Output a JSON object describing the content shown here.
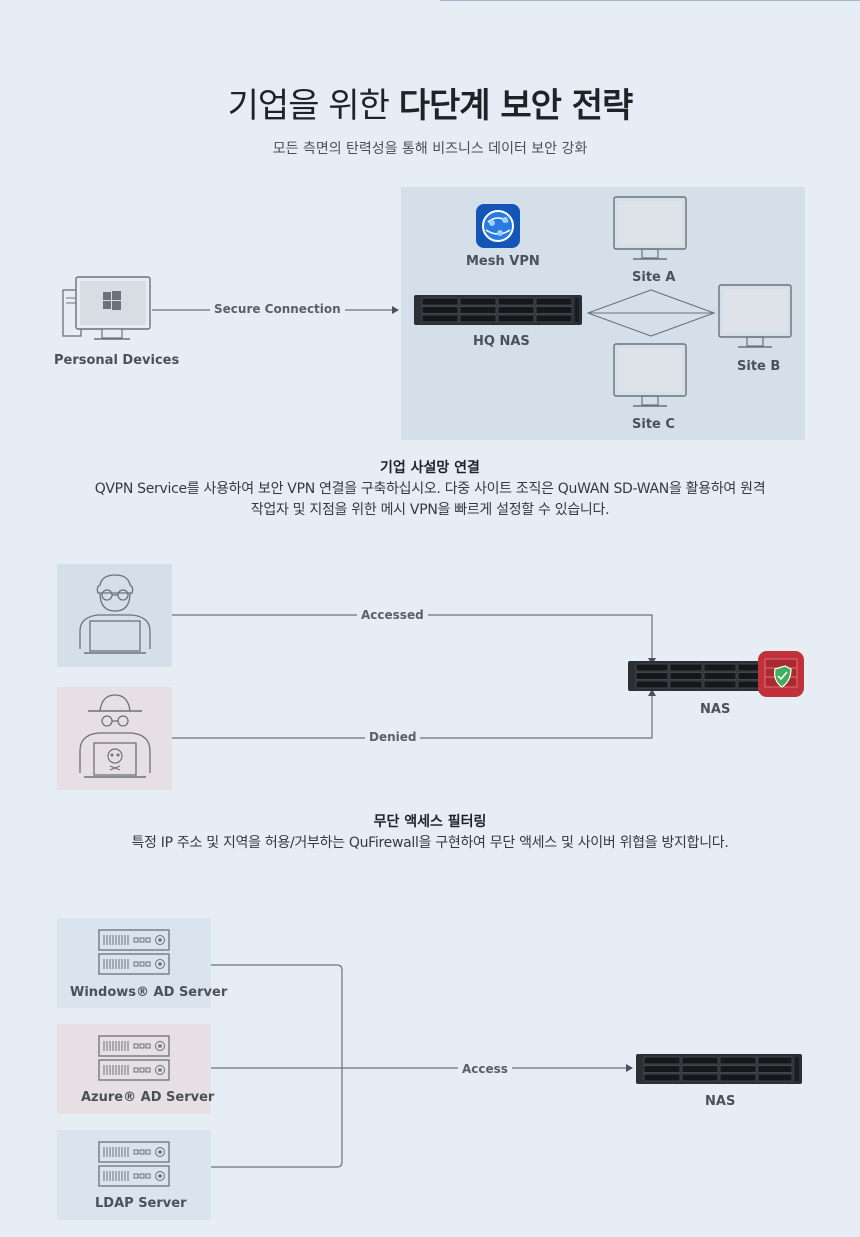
{
  "header": {
    "title_light": "기업을 위한",
    "title_bold": "다단계 보안 전략",
    "subtitle": "모든 측면의 탄력성을 통해 비즈니스 데이터 보안 강화"
  },
  "section1": {
    "personal_devices": "Personal Devices",
    "secure_connection": "Secure Connection",
    "mesh_vpn": "Mesh VPN",
    "hq_nas": "HQ NAS",
    "site_a": "Site A",
    "site_b": "Site B",
    "site_c": "Site C",
    "caption_title": "기업 사설망 연결",
    "caption_line1": "QVPN Service를 사용하여 보안 VPN 연결을 구축하십시오. 다중 사이트 조직은 QuWAN SD-WAN을 활용하여 원격",
    "caption_line2": "작업자 및 지점을 위한 메시 VPN을 빠르게 설정할 수 있습니다."
  },
  "section2": {
    "accessed": "Accessed",
    "denied": "Denied",
    "nas": "NAS",
    "caption_title": "무단 액세스 필터링",
    "caption_body": "특정 IP 주소 및 지역을 허용/거부하는 QuFirewall을 구현하여 무단 액세스 및 사이버 위협을 방지합니다."
  },
  "section3": {
    "windows_ad": "Windows® AD Server",
    "azure_ad": "Azure® AD Server",
    "ldap": "LDAP Server",
    "access": "Access",
    "nas": "NAS"
  },
  "icons": {
    "windows": "windows-logo-icon",
    "mesh_vpn": "mesh-vpn-app-icon",
    "firewall": "qufirewall-app-icon"
  },
  "colors": {
    "background": "#e7edf4",
    "panel_blue": "#d4dfea",
    "panel_pink": "#e6e0e4",
    "panel_lightblue": "#d9e4ee"
  }
}
